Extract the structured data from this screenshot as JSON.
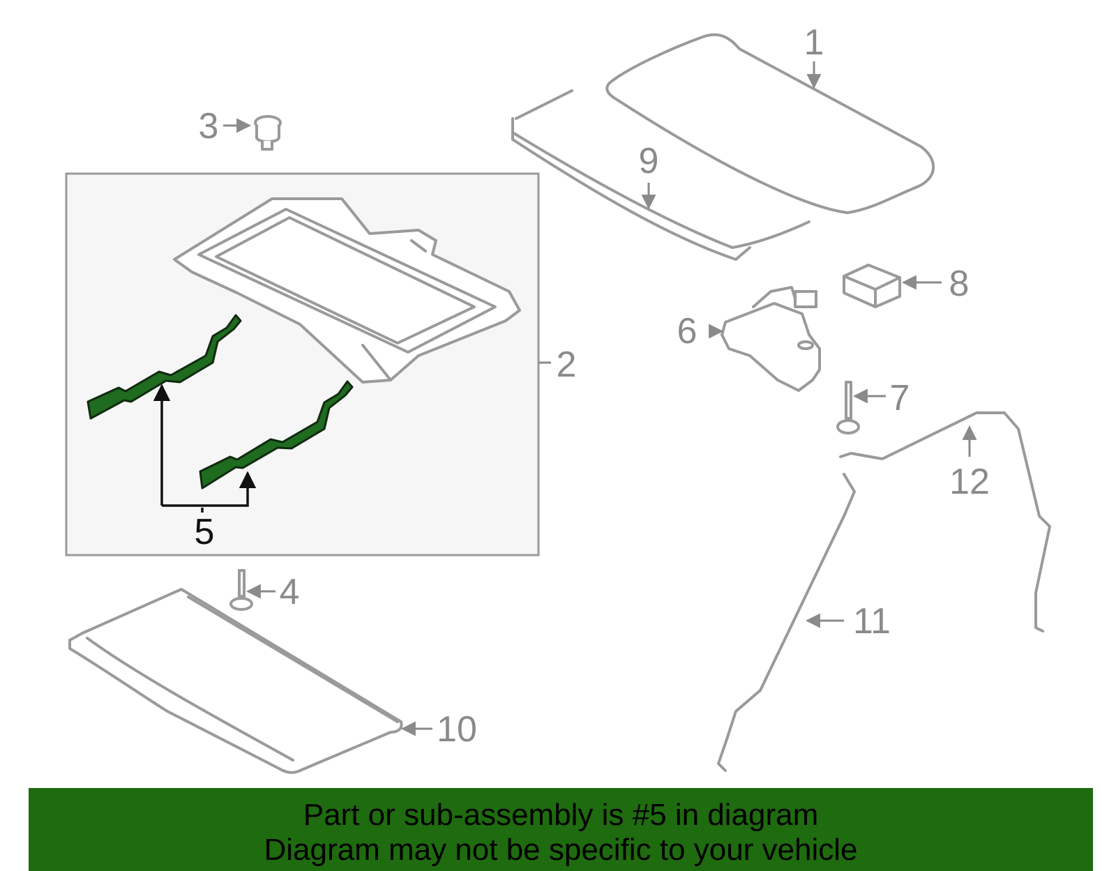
{
  "callouts": {
    "c1": "1",
    "c2": "2",
    "c3": "3",
    "c4": "4",
    "c5": "5",
    "c6": "6",
    "c7": "7",
    "c8": "8",
    "c9": "9",
    "c10": "10",
    "c11": "11",
    "c12": "12"
  },
  "banner": {
    "line1": "Part or sub-assembly is #5 in diagram",
    "line2": "Diagram may not be specific to your vehicle"
  },
  "colors": {
    "highlight_part": "#1f6b1f",
    "banner_bg": "#1f6b0f",
    "part_outline": "#9a9a9a",
    "inset_bg": "#f6f6f6"
  }
}
